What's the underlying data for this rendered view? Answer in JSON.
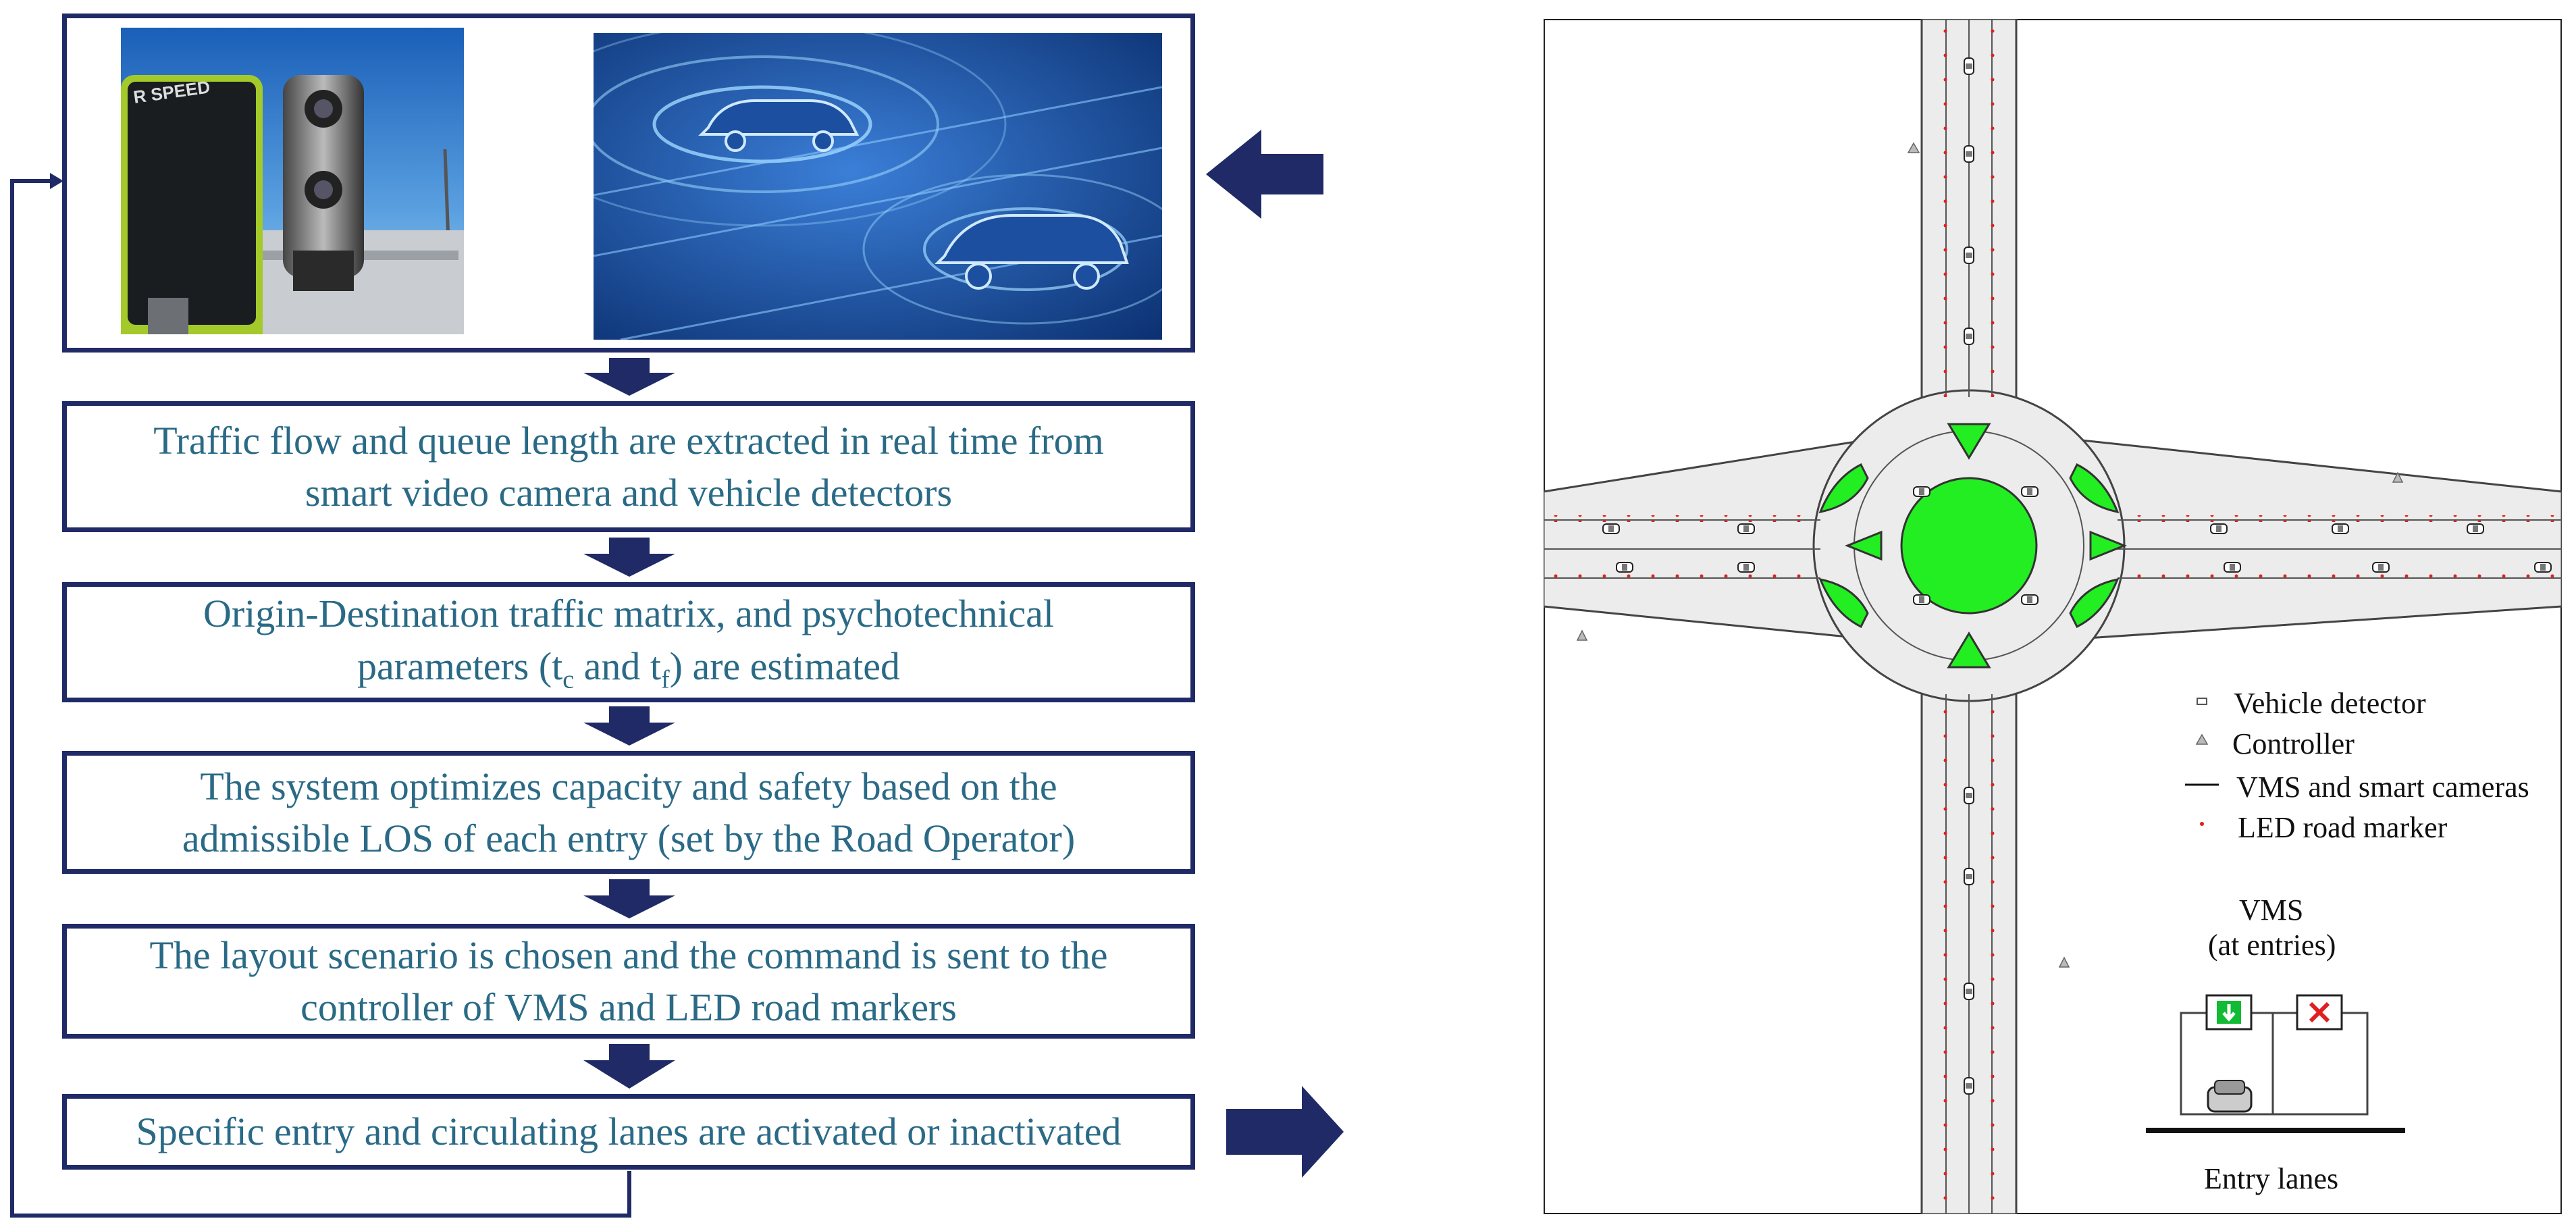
{
  "photos": {
    "camera_sign_text": "R SPEED"
  },
  "steps": [
    {
      "line1": "Traffic flow and queue length are extracted in real time from",
      "line2": "smart video camera and vehicle detectors"
    },
    {
      "line1": "Origin-Destination traffic matrix, and psychotechnical",
      "line2_pre": "parameters (t",
      "sub1": "c",
      "mid": " and t",
      "sub2": "f",
      "line2_post": ") are estimated"
    },
    {
      "line1": "The system  optimizes capacity and safety based on the",
      "line2": "admissible LOS of each entry (set by the Road Operator)"
    },
    {
      "line1": "The layout scenario is chosen and the command is sent to the",
      "line2": "controller of VMS and LED road markers"
    },
    {
      "line1": "Specific entry and circulating lanes are activated or inactivated"
    }
  ],
  "legend": {
    "detector": "Vehicle detector",
    "controller": "Controller",
    "vms": "VMS and smart cameras",
    "led": "LED road marker"
  },
  "vms_panel": {
    "title": "VMS",
    "subtitle": "(at entries)",
    "entry_label": "Entry lanes"
  },
  "colors": {
    "navy": "#1f2a66",
    "step_text": "#2a6a86",
    "island_green": "#22ee22",
    "led_red": "#e02020"
  }
}
